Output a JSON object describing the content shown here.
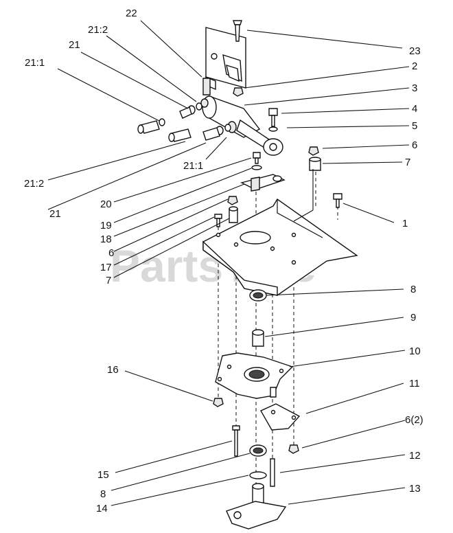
{
  "watermark": "PartsTree",
  "callouts": [
    {
      "id": "c22",
      "label": "22"
    },
    {
      "id": "c21-2-top",
      "label": "21:2"
    },
    {
      "id": "c21-top",
      "label": "21"
    },
    {
      "id": "c21-1-top",
      "label": "21:1"
    },
    {
      "id": "c23",
      "label": "23"
    },
    {
      "id": "c2",
      "label": "2"
    },
    {
      "id": "c3",
      "label": "3"
    },
    {
      "id": "c4",
      "label": "4"
    },
    {
      "id": "c5",
      "label": "5"
    },
    {
      "id": "c6-right",
      "label": "6"
    },
    {
      "id": "c7-right",
      "label": "7"
    },
    {
      "id": "c21-1-mid",
      "label": "21:1"
    },
    {
      "id": "c21-2-left",
      "label": "21:2"
    },
    {
      "id": "c21-left",
      "label": "21"
    },
    {
      "id": "c20",
      "label": "20"
    },
    {
      "id": "c19",
      "label": "19"
    },
    {
      "id": "c18",
      "label": "18"
    },
    {
      "id": "c6-left",
      "label": "6"
    },
    {
      "id": "c17",
      "label": "17"
    },
    {
      "id": "c7-left",
      "label": "7"
    },
    {
      "id": "c1",
      "label": "1"
    },
    {
      "id": "c8-right",
      "label": "8"
    },
    {
      "id": "c9",
      "label": "9"
    },
    {
      "id": "c10",
      "label": "10"
    },
    {
      "id": "c16",
      "label": "16"
    },
    {
      "id": "c11",
      "label": "11"
    },
    {
      "id": "c6-2",
      "label": "6(2)"
    },
    {
      "id": "c15",
      "label": "15"
    },
    {
      "id": "c12",
      "label": "12"
    },
    {
      "id": "c8-left",
      "label": "8"
    },
    {
      "id": "c14",
      "label": "14"
    },
    {
      "id": "c13",
      "label": "13"
    }
  ]
}
